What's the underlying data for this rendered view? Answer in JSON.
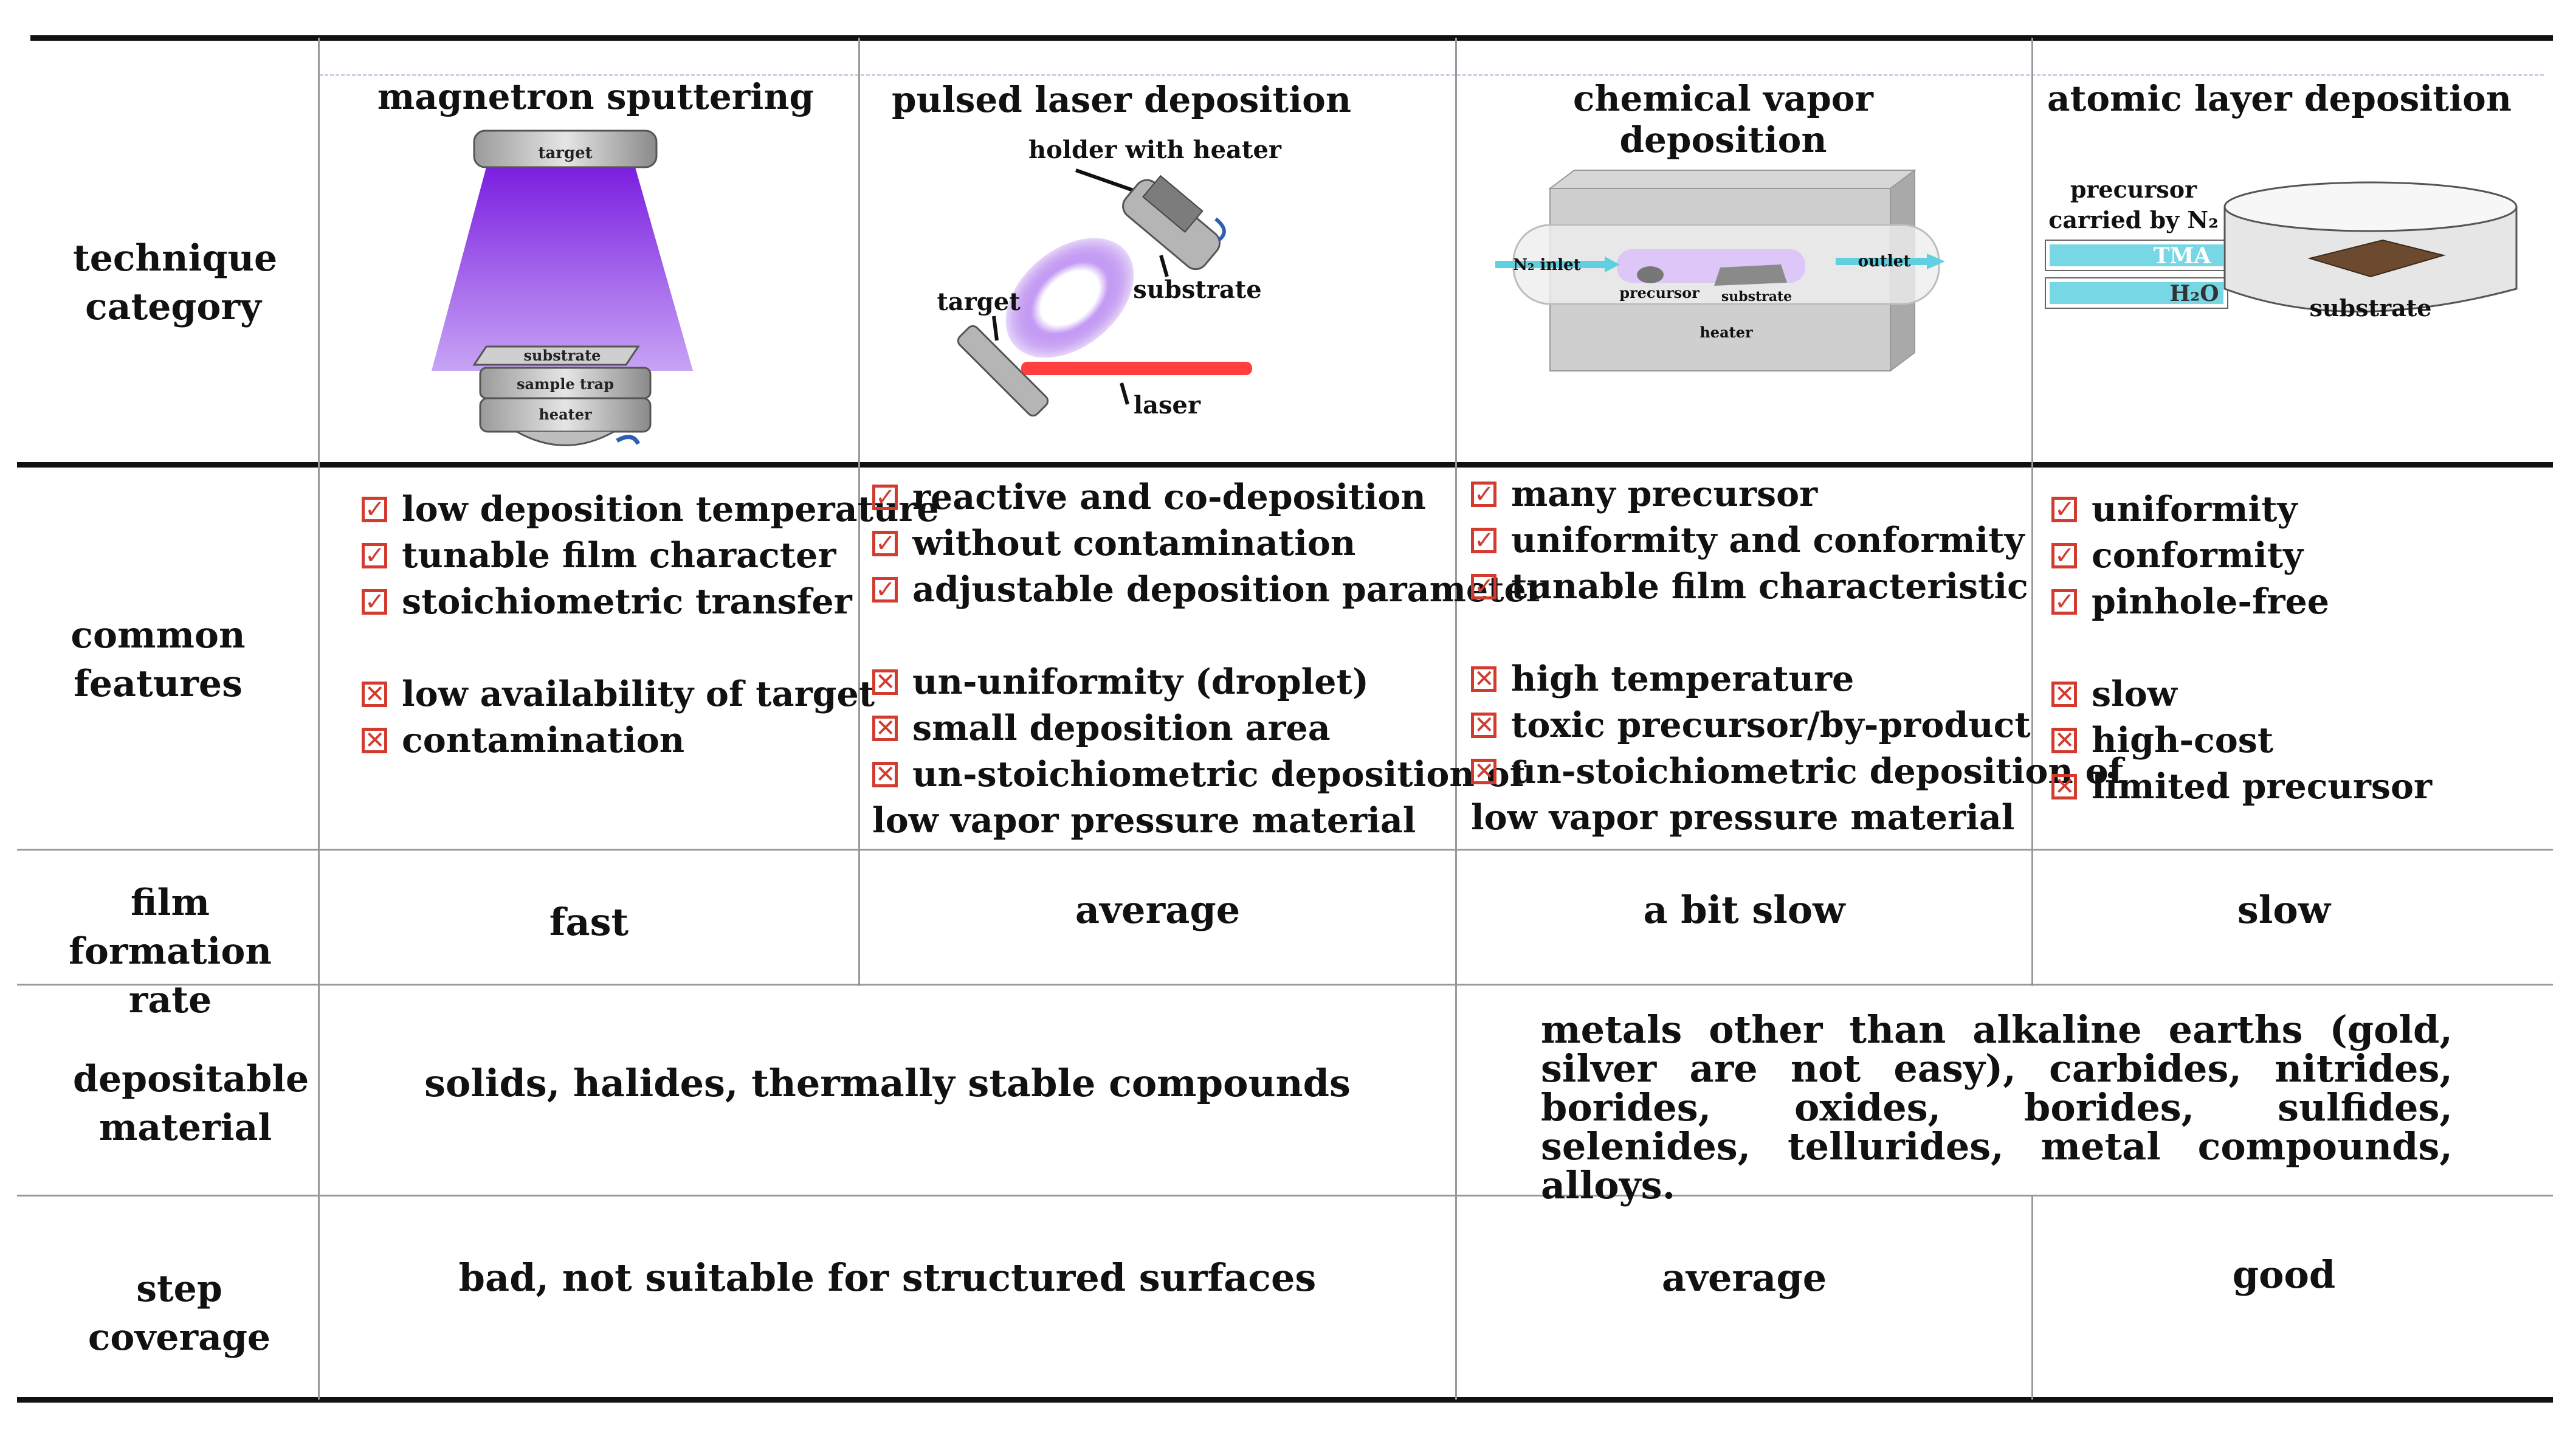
{
  "columns": [
    "magnetron sputtering",
    "pulsed laser deposition",
    "chemical vapor deposition",
    "atomic layer deposition"
  ],
  "rows": {
    "technique": "technique category",
    "features": "common features",
    "rate": "film formation rate",
    "material": "depositable material",
    "step": "step coverage"
  },
  "icons": {
    "pro": "checkbox-checked-icon",
    "con": "checkbox-cross-icon",
    "pro_glyph": "✓",
    "con_glyph": "✕"
  },
  "colors": {
    "pro_con_mark": "#d43b2f",
    "plasma": "#8a2be2",
    "laser": "#ff2a2a",
    "gas": "#5fd0e0"
  },
  "diagrams": {
    "ms": {
      "target": "target",
      "substrate": "substrate",
      "sample_trap": "sample trap",
      "heater": "heater"
    },
    "pld": {
      "holder": "holder with heater",
      "substrate": "substrate",
      "target": "target",
      "laser": "laser"
    },
    "cvd": {
      "inlet": "N₂ inlet",
      "outlet": "outlet",
      "precursor": "precursor",
      "substrate": "substrate",
      "heater": "heater"
    },
    "ald": {
      "precursor_line1": "precursor",
      "precursor_line2": "carried by N₂",
      "tma": "TMA",
      "h2o": "H₂O",
      "substrate": "substrate"
    }
  },
  "features": {
    "ms": {
      "pros": [
        "low deposition temperature",
        "tunable film character",
        "stoichiometric transfer"
      ],
      "cons": [
        "low availability of target",
        "contamination"
      ]
    },
    "pld": {
      "pros": [
        "reactive and co-deposition",
        "without contamination",
        "adjustable deposition parameter"
      ],
      "cons": [
        "un-uniformity (droplet)",
        "small deposition area",
        "un-stoichiometric deposition of"
      ],
      "cons_wrap": "low vapor pressure material"
    },
    "cvd": {
      "pros": [
        "many precursor",
        "uniformity and conformity",
        "tunable film characteristic"
      ],
      "cons": [
        "high temperature",
        "toxic precursor/by-product",
        "un-stoichiometric deposition of"
      ],
      "cons_wrap": "low vapor pressure material"
    },
    "ald": {
      "pros": [
        "uniformity",
        "conformity",
        "pinhole-free"
      ],
      "cons": [
        "slow",
        "high-cost",
        "limited precursor"
      ]
    }
  },
  "rate": {
    "ms": "fast",
    "pld": "average",
    "cvd": "a bit slow",
    "ald": "slow"
  },
  "material": {
    "physical": "solids, halides, thermally stable compounds",
    "chemical": "metals other than alkaline earths (gold, silver are not easy), carbides, nitrides, borides, oxides, borides, sulfides, selenides, tellurides, metal compounds, alloys."
  },
  "step": {
    "physical": "bad, not suitable for structured surfaces",
    "cvd": "average",
    "ald": "good"
  }
}
